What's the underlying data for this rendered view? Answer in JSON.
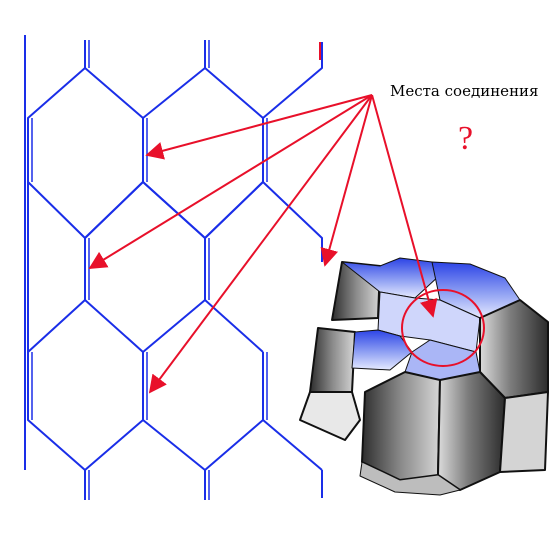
{
  "labels": {
    "caption": "Места соединения",
    "question": "?"
  },
  "colors": {
    "mesh": "#1a2ee8",
    "arrow": "#e8102a",
    "cell_light": "#8c9cf2",
    "cell_dark": "#4a4a4a",
    "ink": "#000000"
  },
  "icons": {
    "arrow": "arrowhead",
    "highlight": "circle-outline"
  }
}
